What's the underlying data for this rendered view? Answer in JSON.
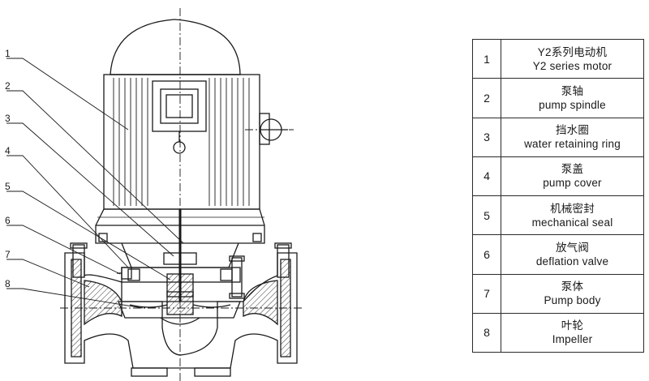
{
  "parts": [
    {
      "num": "1",
      "zh": "Y2系列电动机",
      "en": "Y2 series motor"
    },
    {
      "num": "2",
      "zh": "泵轴",
      "en": "pump spindle"
    },
    {
      "num": "3",
      "zh": "挡水圈",
      "en": "water retaining ring"
    },
    {
      "num": "4",
      "zh": "泵盖",
      "en": "pump cover"
    },
    {
      "num": "5",
      "zh": "机械密封",
      "en": "mechanical seal"
    },
    {
      "num": "6",
      "zh": "放气阀",
      "en": "deflation valve"
    },
    {
      "num": "7",
      "zh": "泵体",
      "en": "Pump body"
    },
    {
      "num": "8",
      "zh": "叶轮",
      "en": "Impeller"
    }
  ]
}
